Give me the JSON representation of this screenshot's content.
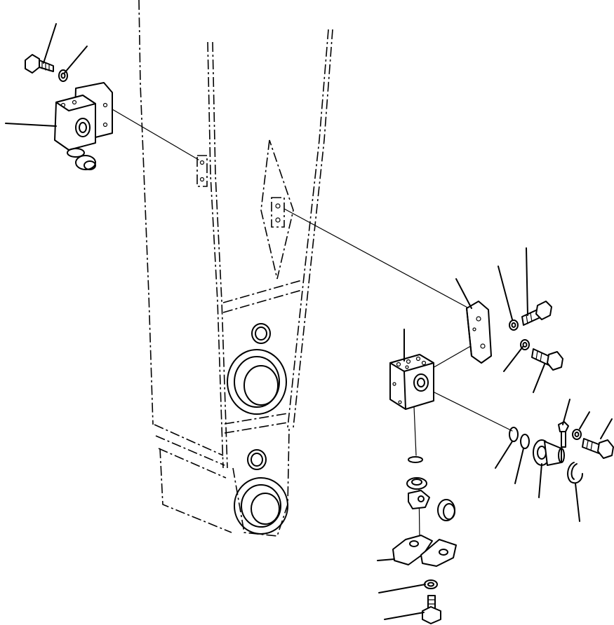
{
  "diagram": {
    "kind": "exploded-parts-view",
    "background": "#ffffff",
    "line_color": "#000000",
    "parts": [
      {
        "id": "arm-boom",
        "icon": "boom-arm-outline"
      },
      {
        "id": "valve-block-left",
        "icon": "valve-block-icon"
      },
      {
        "id": "bolt-left",
        "icon": "hex-bolt-icon"
      },
      {
        "id": "washer-left",
        "icon": "washer-icon"
      },
      {
        "id": "bracket-right",
        "icon": "bracket-plate-icon"
      },
      {
        "id": "bolt-upper-right",
        "icon": "hex-bolt-icon"
      },
      {
        "id": "washer-upper-right",
        "icon": "washer-icon"
      },
      {
        "id": "bolt-middle-right",
        "icon": "hex-bolt-icon"
      },
      {
        "id": "washer-middle-right",
        "icon": "washer-icon"
      },
      {
        "id": "valve-block-center",
        "icon": "valve-block-icon"
      },
      {
        "id": "o-ring-1",
        "icon": "o-ring-icon"
      },
      {
        "id": "o-ring-2",
        "icon": "o-ring-icon"
      },
      {
        "id": "elbow-fitting",
        "icon": "fitting-icon"
      },
      {
        "id": "snap-ring",
        "icon": "snap-ring-icon"
      },
      {
        "id": "small-bolt",
        "icon": "hex-bolt-icon"
      },
      {
        "id": "washer-small",
        "icon": "washer-icon"
      },
      {
        "id": "bolt-far-right",
        "icon": "hex-bolt-icon"
      },
      {
        "id": "o-ring-bottom",
        "icon": "o-ring-icon"
      },
      {
        "id": "nipple-fitting",
        "icon": "fitting-icon"
      },
      {
        "id": "adapter-tee",
        "icon": "fitting-icon"
      },
      {
        "id": "split-flange",
        "icon": "split-flange-icon"
      },
      {
        "id": "washer-bottom",
        "icon": "washer-icon"
      },
      {
        "id": "bolt-bottom",
        "icon": "hex-bolt-icon"
      }
    ]
  }
}
